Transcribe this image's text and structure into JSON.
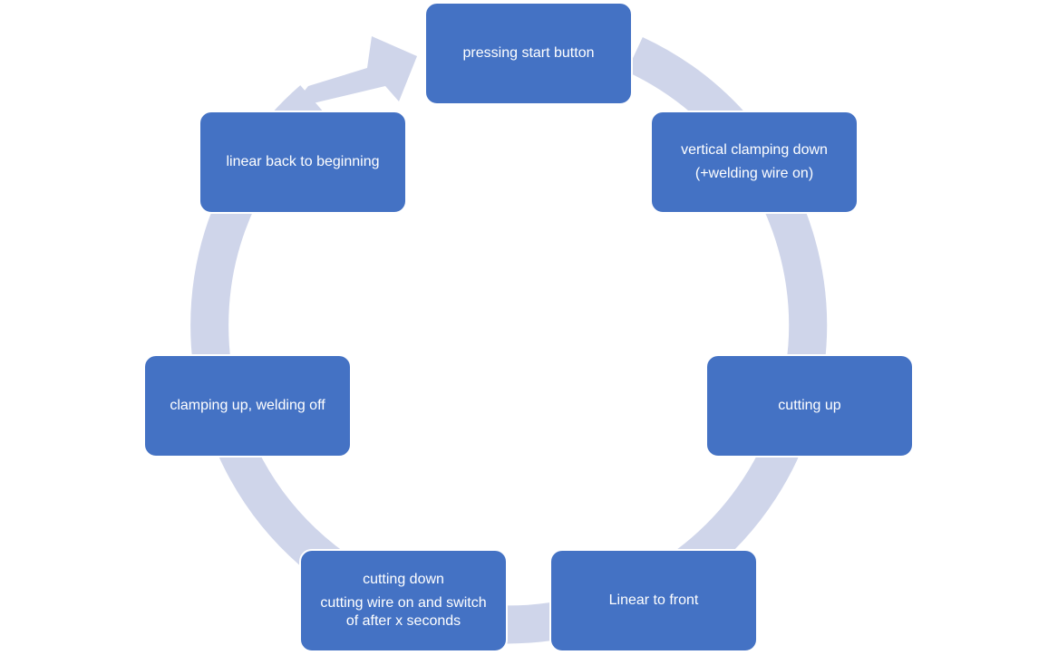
{
  "diagram": {
    "type": "cycle",
    "colors": {
      "node_fill": "#4472c4",
      "ring": "#cfd5ea",
      "text": "#ffffff"
    },
    "nodes": [
      {
        "id": "start",
        "lines": [
          "pressing start button"
        ]
      },
      {
        "id": "clamp-down",
        "lines": [
          "vertical clamping down",
          "(+welding wire on)"
        ]
      },
      {
        "id": "cut-up",
        "lines": [
          "cutting up"
        ]
      },
      {
        "id": "linear-front",
        "lines": [
          "Linear to front"
        ]
      },
      {
        "id": "cut-down",
        "lines": [
          "cutting down",
          "cutting wire on and switch",
          "of after x seconds"
        ]
      },
      {
        "id": "clamp-up",
        "lines": [
          "clamping up, welding off"
        ]
      },
      {
        "id": "linear-back",
        "lines": [
          "linear back to beginning"
        ]
      }
    ]
  }
}
